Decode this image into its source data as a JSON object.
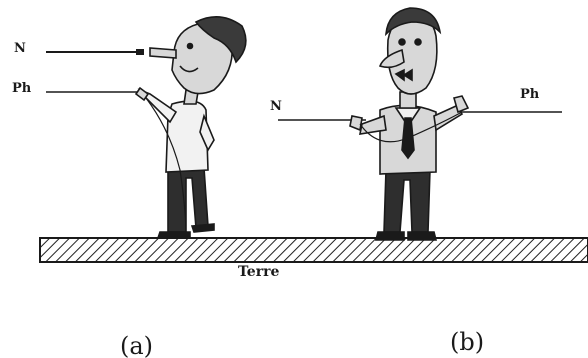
{
  "figure_a": {
    "wire_top_label": "N",
    "wire_bottom_label": "Ph",
    "caption": "(a)"
  },
  "figure_b": {
    "wire_left_label": "N",
    "wire_right_label": "Ph",
    "caption": "(b)"
  },
  "ground": {
    "label": "Terre"
  },
  "colors": {
    "ink": "#1a1a1a",
    "skin": "#d8d8d8",
    "hair": "#3a3a3a",
    "trousers": "#2e2e2e",
    "shirt": "#f2f2f2"
  }
}
